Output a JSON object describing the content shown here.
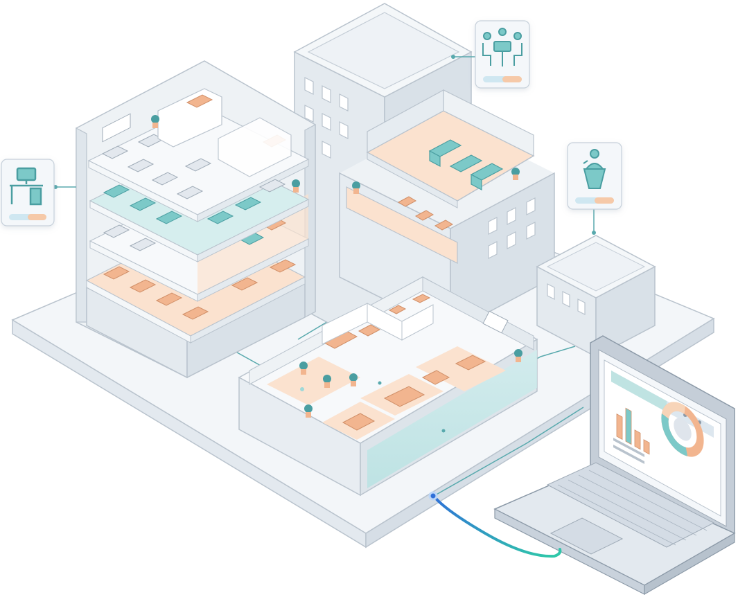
{
  "scene": {
    "colors": {
      "ground": "#f0f3f6",
      "outline": "#b9c3cd",
      "wall": "#e9eef2",
      "wall_dark": "#dde4ea",
      "floor": "#f7f9fb",
      "teal": "#7cc9c8",
      "teal_dark": "#4a9ea1",
      "teal_soft": "#d6eeee",
      "orange": "#f2b58f",
      "orange_soft": "#fbe2cf",
      "cable": "#58a9ad",
      "cable_blue": "#3a7bd5",
      "cable_green": "#39c2a8",
      "laptop_body": "#dfe6ee",
      "laptop_key": "#c7d1dc"
    },
    "icons": [
      "workstation-icon",
      "meeting-icon",
      "presenter-icon"
    ],
    "laptop_dashboard": {
      "bar_values": [
        0.62,
        0.92,
        0.45,
        0.32
      ],
      "donut_segments": [
        0.45,
        0.3,
        0.25
      ]
    }
  }
}
